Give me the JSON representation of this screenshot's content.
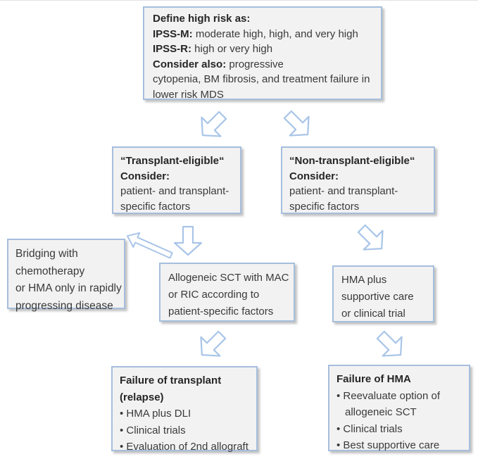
{
  "colors": {
    "box_fill": "#f2f2f2",
    "box_border": "#a6bedd",
    "arrow_stroke": "#a9c5e8",
    "text": "#3a3a3a"
  },
  "boxes": {
    "define_high_risk": {
      "line1_bold": "Define high risk as:",
      "line2_bold": "IPSS-M:",
      "line2_text": " moderate high, high, and very high",
      "line3_bold": "IPSS-R:",
      "line3_text": " high or very high",
      "line4_bold": "Consider also:",
      "line4_text": " progressive",
      "line5_text": "cytopenia, BM fibrosis, and treatment failure in",
      "line6_text": "lower risk MDS"
    },
    "transplant_eligible": {
      "title": "“Transplant-eligible“",
      "subtitle": "Consider:",
      "line1": "patient- and transplant-",
      "line2": "specific factors"
    },
    "non_transplant_eligible": {
      "title": "“Non-transplant-eligible“",
      "subtitle": "Consider:",
      "line1": "patient- and transplant-",
      "line2": "specific factors"
    },
    "bridging": {
      "line1": "Bridging with",
      "line2": "chemotherapy",
      "line3": "or HMA only in rapidly",
      "line4": "progressing disease"
    },
    "allogeneic_sct": {
      "line1": "Allogeneic SCT with MAC",
      "line2": "or RIC according to",
      "line3": "patient-specific factors"
    },
    "hma_supportive": {
      "line1": "HMA plus",
      "line2": "supportive care",
      "line3": "or clinical trial"
    },
    "failure_transplant": {
      "title_line1": "Failure of transplant",
      "title_line2": "(relapse)",
      "bullets": [
        "• HMA plus DLI",
        "• Clinical trials",
        "• Evaluation of 2nd allograft"
      ]
    },
    "failure_hma": {
      "title": "Failure of HMA",
      "bullets": [
        "• Reevaluate option of allogeneic SCT",
        "• Clinical trials",
        "• Best supportive care"
      ]
    }
  }
}
